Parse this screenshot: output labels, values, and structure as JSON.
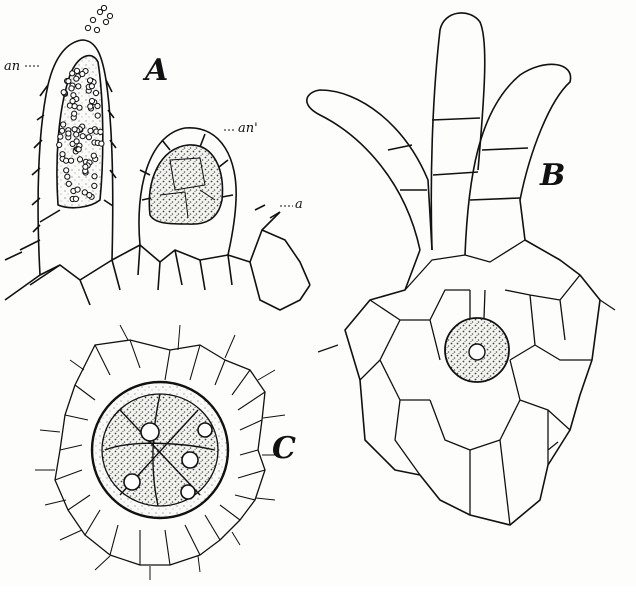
{
  "labels": {
    "panel_a": "A",
    "panel_b": "B",
    "panel_c": "C",
    "an": "an",
    "an_prime": "an'",
    "a": "a"
  },
  "colors": {
    "ink": "#111111",
    "paper": "#fdfdfb",
    "stipple": "#555555"
  }
}
